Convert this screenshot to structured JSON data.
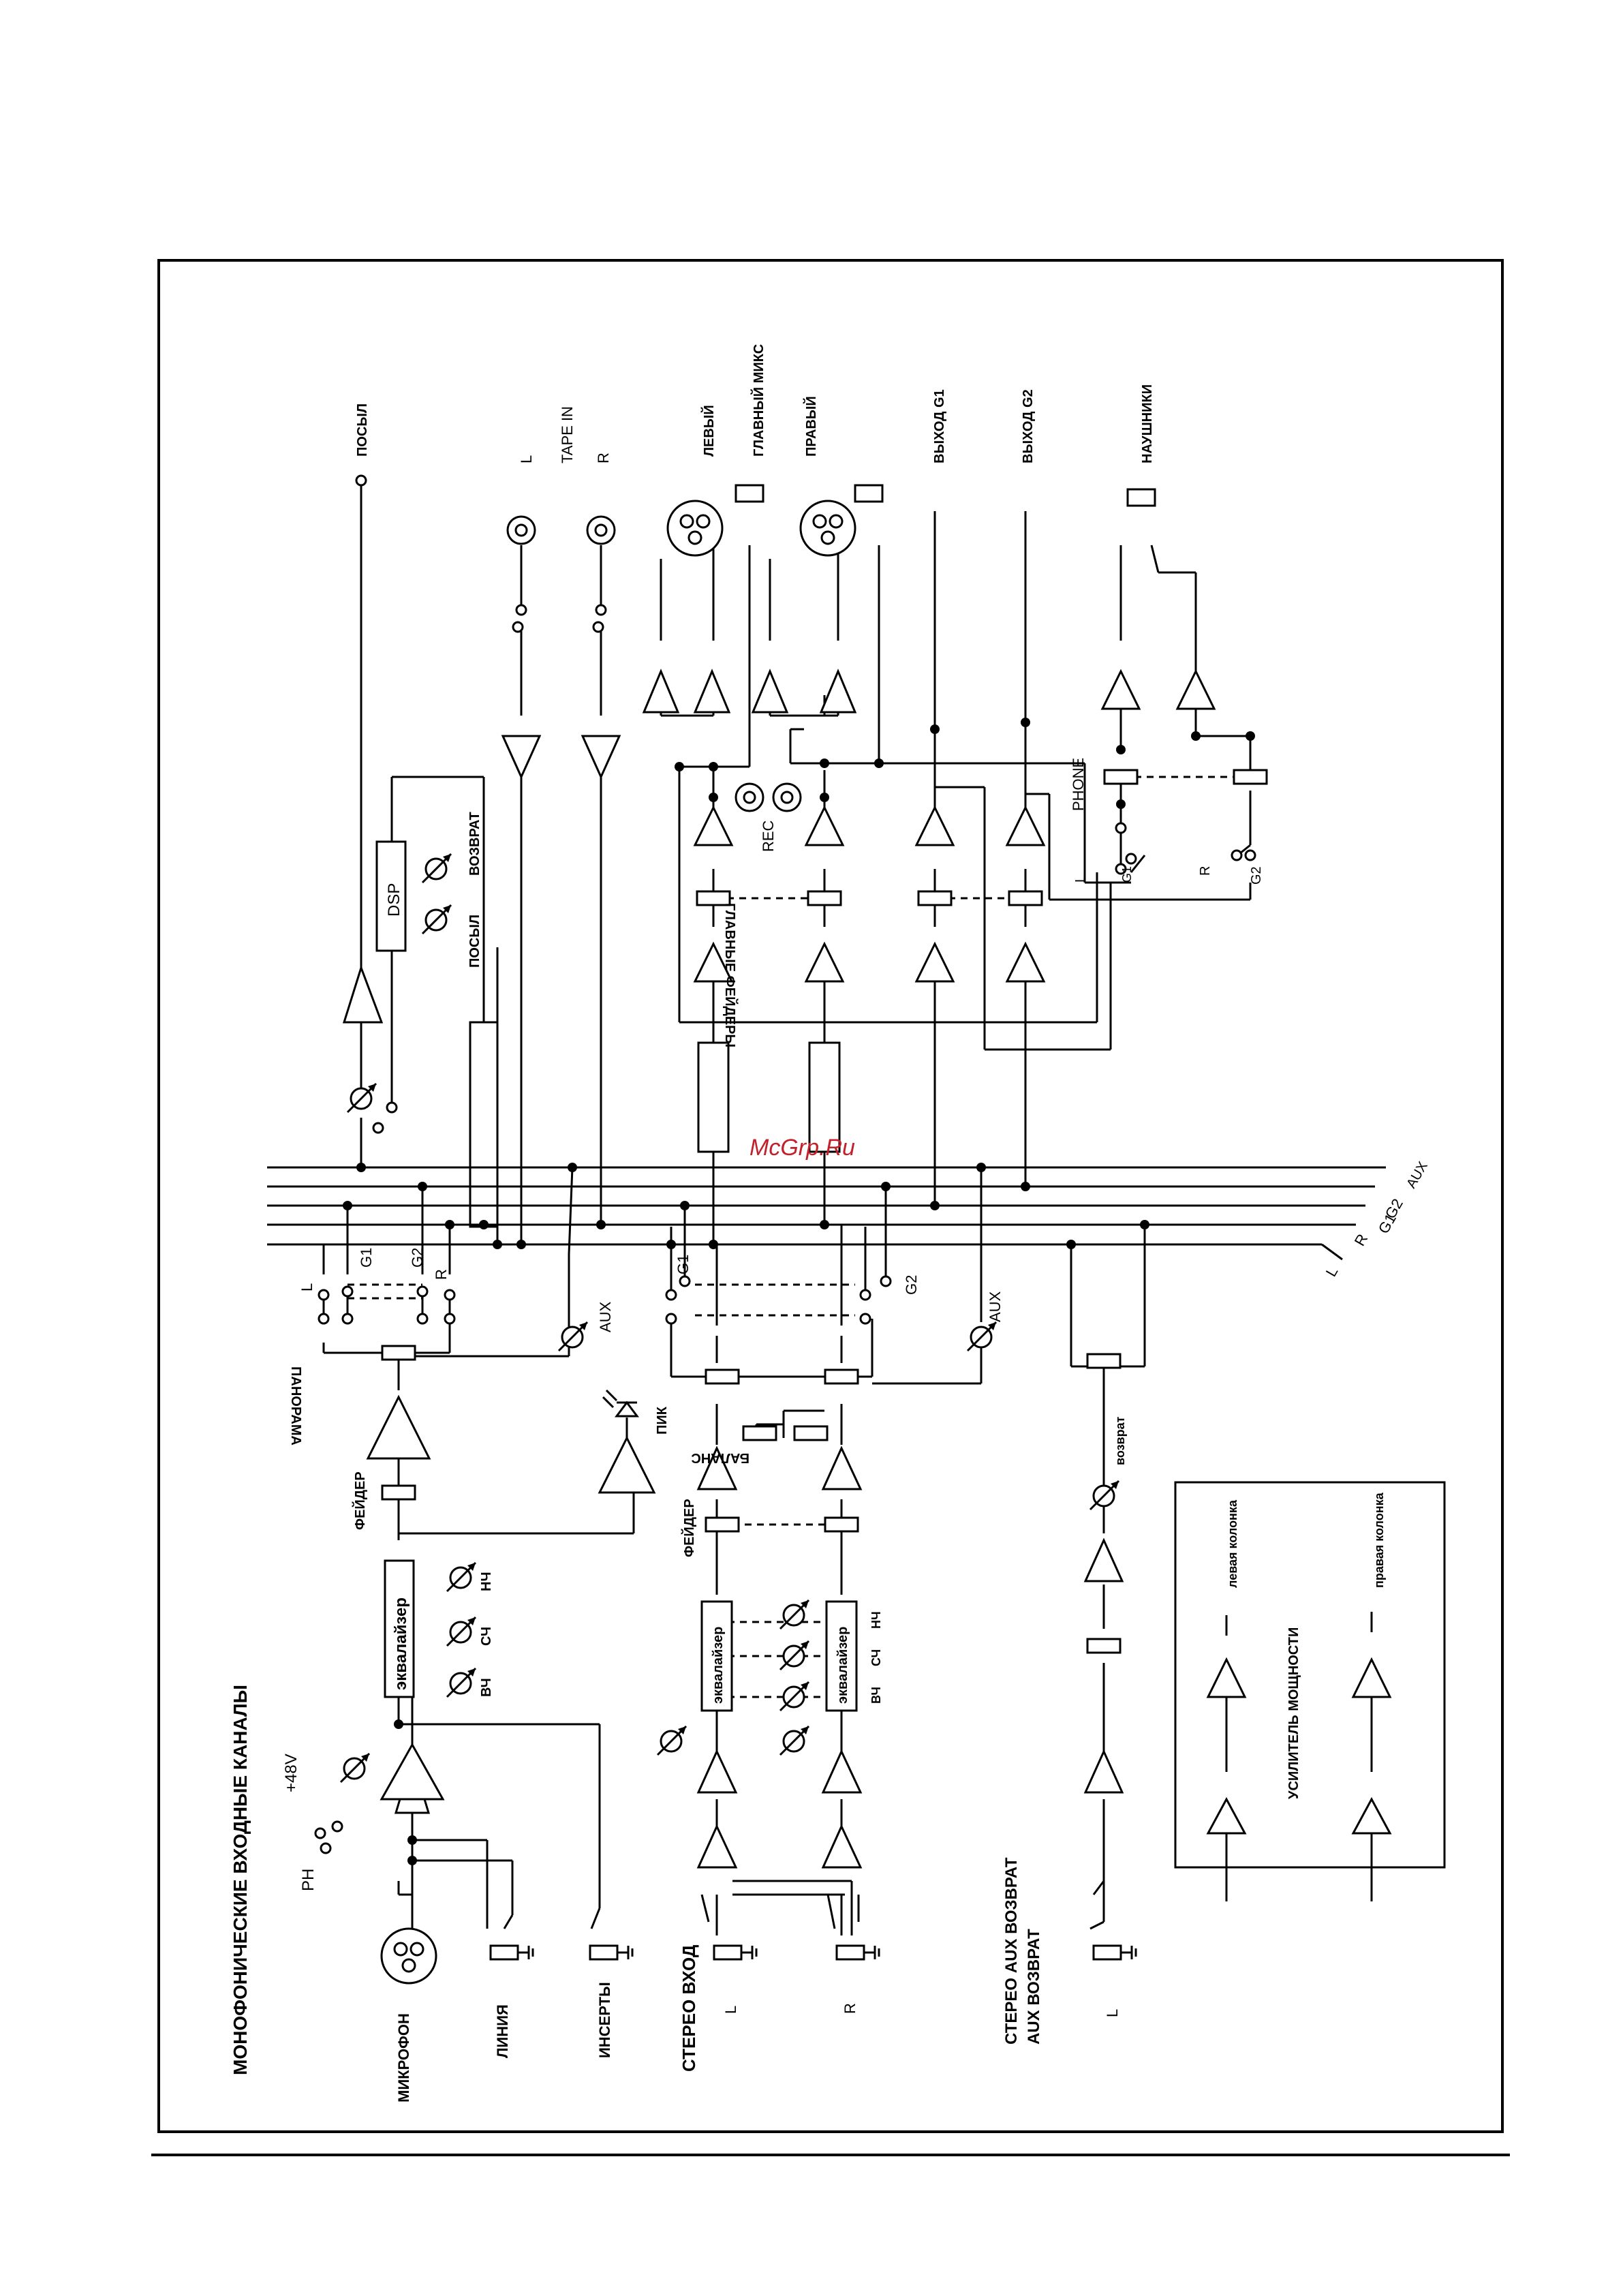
{
  "watermark": "McGrp.Ru",
  "sections": {
    "mono_channels": "МОНОФОНИЧЕСКИЕ ВХОДНЫЕ КАНАЛЫ",
    "stereo_input": "СТЕРЕО ВХОД",
    "stereo_aux_return": "СТЕРЕО AUX ВОЗВРАТ",
    "aux_return": "AUX ВОЗВРАТ",
    "power_amp": "УСИЛИТЕЛЬ МОЩНОСТИ"
  },
  "mono": {
    "mic": "МИКРОФОН",
    "line": "ЛИНИЯ",
    "inserts": "ИНСЕРТЫ",
    "phantom": "+48V",
    "ph": "PH",
    "eq": "эквалайзер",
    "eq_hi": "ВЧ",
    "eq_mid": "СЧ",
    "eq_lo": "НЧ",
    "fader": "ФЕЙДЕР",
    "pan": "ПАНОРАМА",
    "peak": "ПИК",
    "aux": "AUX",
    "L": "L",
    "R": "R",
    "G1": "G1",
    "G2": "G2"
  },
  "stereo": {
    "L": "L",
    "R": "R",
    "eq": "эквалайзер",
    "eq_hi": "ВЧ",
    "eq_mid": "СЧ",
    "eq_lo": "НЧ",
    "fader": "ФЕЙДЕР",
    "balance": "БАЛАНС",
    "aux": "AUX",
    "G1": "G1",
    "G2": "G2"
  },
  "dsp": {
    "label": "DSP",
    "send": "ПОСЫЛ",
    "return": "ВОЗВРАТ",
    "send_out": "ПОСЫЛ"
  },
  "tape": {
    "label": "TAPE IN",
    "L": "L",
    "R": "R"
  },
  "main": {
    "left": "ЛЕВЫЙ",
    "mix": "ГЛАВНЫЙ МИКС",
    "right": "ПРАВЫЙ",
    "faders": "ГЛАВНЫЕ ФЕЙДЕРЫ",
    "rec": "REC",
    "out_g1": "ВЫХОД G1",
    "out_g2": "ВЫХОД G2"
  },
  "phones": {
    "label": "НАУШНИКИ",
    "phone": "PHONE",
    "L": "L",
    "G1": "G1",
    "R": "R",
    "G2": "G2"
  },
  "bus_labels": [
    "L",
    "R",
    "G1",
    "G2",
    "AUX"
  ],
  "aux_return": {
    "return": "возврат",
    "L": "L"
  },
  "speakers": {
    "left": "левая колонка",
    "right": "правая колонка"
  }
}
